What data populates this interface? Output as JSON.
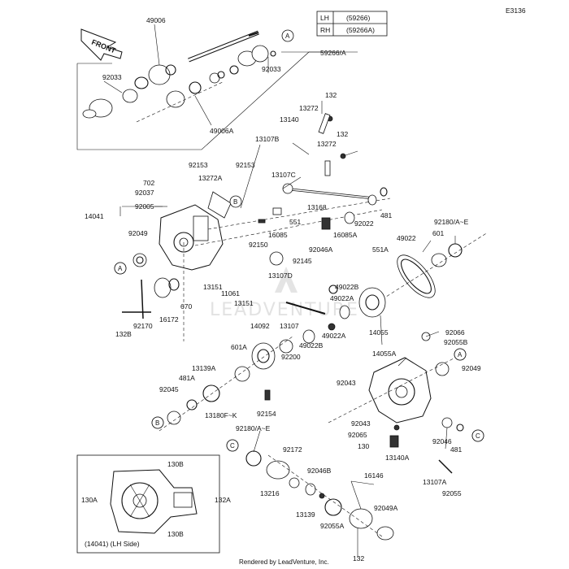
{
  "diagram_code": "E3136",
  "legend": [
    {
      "side": "LH",
      "part": "(59266)"
    },
    {
      "side": "RH",
      "part": "(59266A)"
    }
  ],
  "front_label": "FRONT",
  "watermark": "LEADVENTURE",
  "footer": "Rendered by LeadVenture, Inc.",
  "inset_caption": "(14041)  (LH Side)",
  "ref_markers": [
    "A",
    "B",
    "C"
  ],
  "part_labels": [
    "49006",
    "92033",
    "59266/A",
    "92033",
    "13272",
    "132",
    "13140",
    "49006A",
    "13107B",
    "132",
    "13272",
    "702",
    "92153",
    "13272A",
    "92153",
    "92037",
    "13107C",
    "92005",
    "14041",
    "551",
    "13168",
    "92022",
    "481",
    "16085",
    "92150",
    "92049",
    "16085A",
    "92046A",
    "92180/A~E",
    "49022",
    "601",
    "551A",
    "92145",
    "49022B",
    "13107D",
    "13151",
    "11061",
    "13151",
    "16172",
    "670",
    "92170",
    "132B",
    "49022A",
    "14055",
    "92066",
    "92055B",
    "14092",
    "13107",
    "601A",
    "13139A",
    "49022B",
    "92200",
    "49022A",
    "14055A",
    "92049",
    "481A",
    "92045",
    "13180F~K",
    "92154",
    "92043",
    "92043",
    "92065",
    "130",
    "13140A",
    "92046",
    "481",
    "92180/A~E",
    "92172",
    "92046B",
    "13216",
    "16146",
    "13107A",
    "92055",
    "13139",
    "92049A",
    "92055A",
    "132",
    "130B",
    "130A",
    "132A",
    "130B"
  ]
}
